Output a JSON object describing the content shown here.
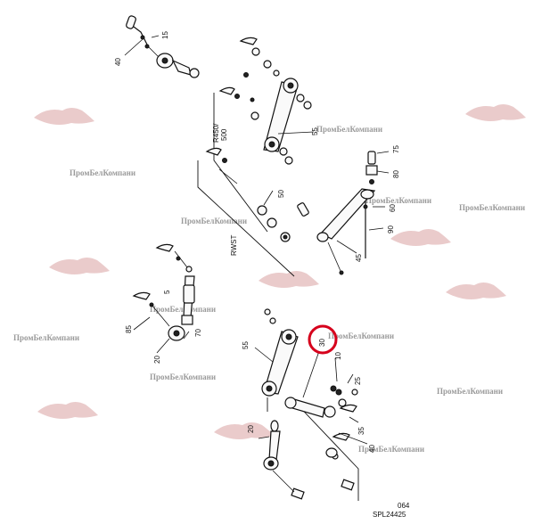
{
  "diagram": {
    "part_numbers": {
      "p40": "40",
      "p15": "15",
      "p55_top": "55",
      "p75": "75",
      "p80": "80",
      "p50": "50",
      "p60": "60",
      "p90": "90",
      "p45": "45",
      "p5": "5",
      "p85": "85",
      "p70": "70",
      "p20_left": "20",
      "p55_bottom": "55",
      "p30": "30",
      "p10": "10",
      "p25": "25",
      "p35": "35",
      "p20_bottom": "20",
      "p40_bottom": "40"
    },
    "variant_labels": {
      "r450": "R450/",
      "r500": "500",
      "rwst": "RWST"
    },
    "drawing_code": {
      "sheet": "064",
      "ref": "SPL24425"
    },
    "watermark_text": "ПромБелКомпани",
    "highlight_color": "#d6001c"
  }
}
